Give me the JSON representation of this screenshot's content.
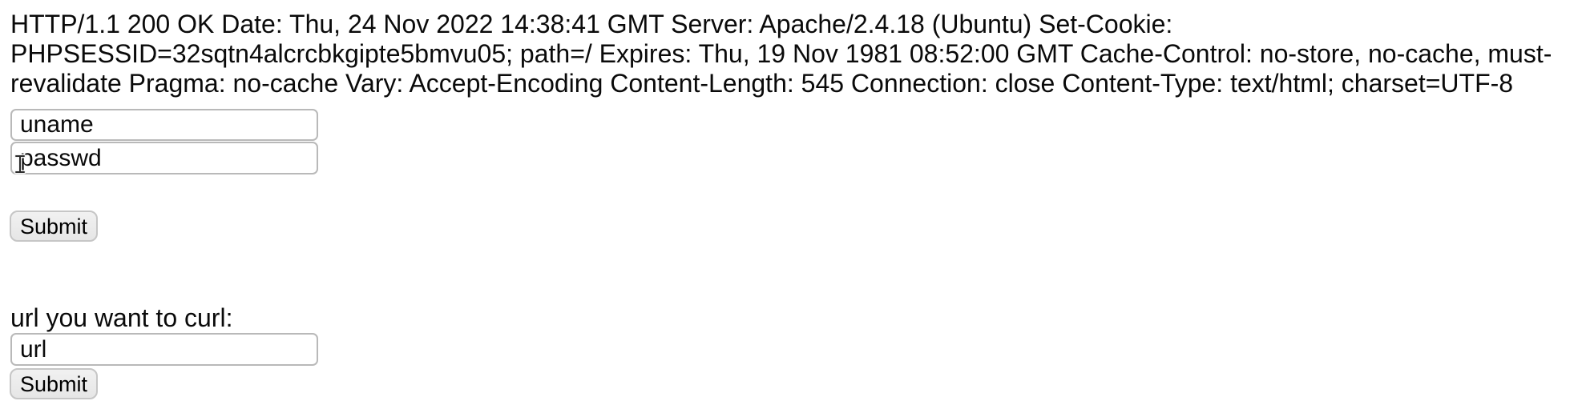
{
  "http_response": {
    "full_text": "HTTP/1.1 200 OK Date: Thu, 24 Nov 2022 14:38:41 GMT Server: Apache/2.4.18 (Ubuntu) Set-Cookie: PHPSESSID=32sqtn4alcrcbkgipte5bmvu05; path=/ Expires: Thu, 19 Nov 1981 08:52:00 GMT Cache-Control: no-store, no-cache, must-revalidate Pragma: no-cache Vary: Accept-Encoding Content-Length: 545 Connection: close Content-Type: text/html; charset=UTF-8",
    "lines": [
      "HTTP/1.1 200 OK Date: Thu, 24 Nov 2022 14:38:41 GMT Server: Apache/2.4.18 (Ubuntu) Set-Cookie:",
      "PHPSESSID=32sqtn4alcrcbkgipte5bmvu05; path=/ Expires: Thu, 19 Nov 1981 08:52:00 GMT Cache-Control: no-store, no-cache, must-",
      "revalidate Pragma: no-cache Vary: Accept-Encoding Content-Length: 545 Connection: close Content-Type: text/html; charset=UTF-8"
    ]
  },
  "login_form": {
    "username_value": "uname",
    "password_value": "passwd",
    "submit_label": "Submit"
  },
  "curl_form": {
    "label": "url you want to curl:",
    "url_value": "url",
    "submit_label": "Submit"
  },
  "colors": {
    "text": "#0a0a0a",
    "input_border": "#b9b9b9",
    "button_background": "#ececec",
    "button_border": "#c6c6c6",
    "page_background": "#ffffff"
  }
}
